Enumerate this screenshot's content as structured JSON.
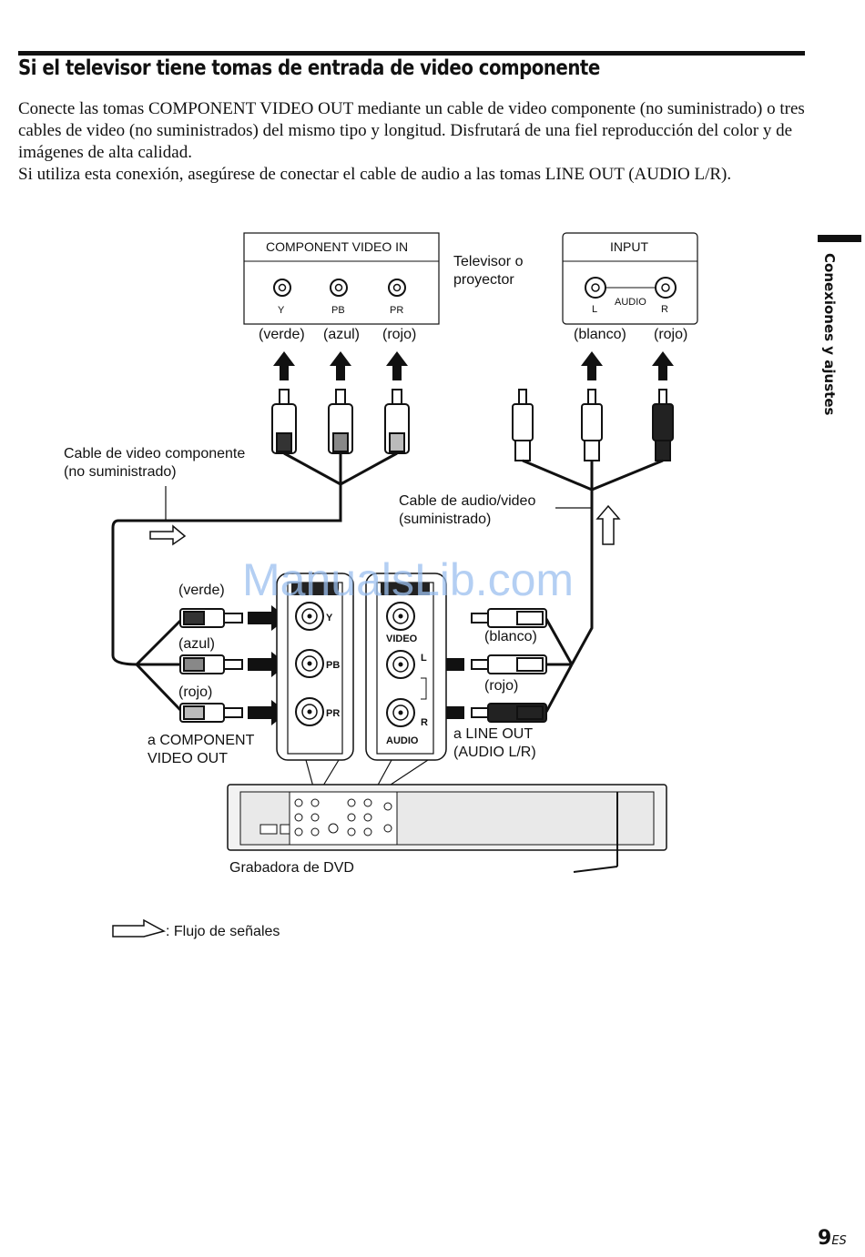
{
  "heading": "Si el televisor tiene tomas de entrada de video componente",
  "paragraph1": "Conecte las tomas COMPONENT VIDEO OUT mediante un cable de video componente (no suministrado) o tres cables de video (no suministrados) del mismo tipo y longitud. Disfrutará de una fiel reproducción del color y de imágenes de alta calidad.",
  "paragraph2": "Si utiliza esta conexión, asegúrese de conectar el cable de audio a las tomas LINE OUT (AUDIO L/R).",
  "side_label": "Conexiones y ajustes",
  "page_number": "9",
  "page_suffix": "ES",
  "diagram": {
    "tv_component_box_title": "COMPONENT VIDEO IN",
    "tv_jack_y": "Y",
    "tv_jack_pb": "PB",
    "tv_jack_pr": "PR",
    "tv_label_line1": "Televisor o",
    "tv_label_line2": "proyector",
    "input_box_title": "INPUT",
    "input_audio": "AUDIO",
    "input_l": "L",
    "input_r": "R",
    "top_verde": "(verde)",
    "top_azul": "(azul)",
    "top_rojo": "(rojo)",
    "top_blanco": "(blanco)",
    "top_rojo2": "(rojo)",
    "component_cable_line1": "Cable de video componente",
    "component_cable_line2": "(no suministrado)",
    "av_cable_line1": "Cable de audio/video",
    "av_cable_line2": "(suministrado)",
    "left_verde": "(verde)",
    "left_azul": "(azul)",
    "left_rojo": "(rojo)",
    "right_blanco": "(blanco)",
    "right_rojo": "(rojo)",
    "to_component_line1": "a COMPONENT",
    "to_component_line2": "VIDEO OUT",
    "to_line_out_line1": "a LINE OUT",
    "to_line_out_line2": "(AUDIO L/R)",
    "panel_jack_y": "Y",
    "panel_jack_pb": "PB",
    "panel_jack_pr": "PR",
    "panel_video": "VIDEO",
    "panel_audio": "AUDIO",
    "panel_l": "L",
    "panel_r": "R",
    "recorder_label": "Grabadora de DVD",
    "signal_flow_legend": ": Flujo de señales",
    "watermark": "ManualsLib.com"
  }
}
